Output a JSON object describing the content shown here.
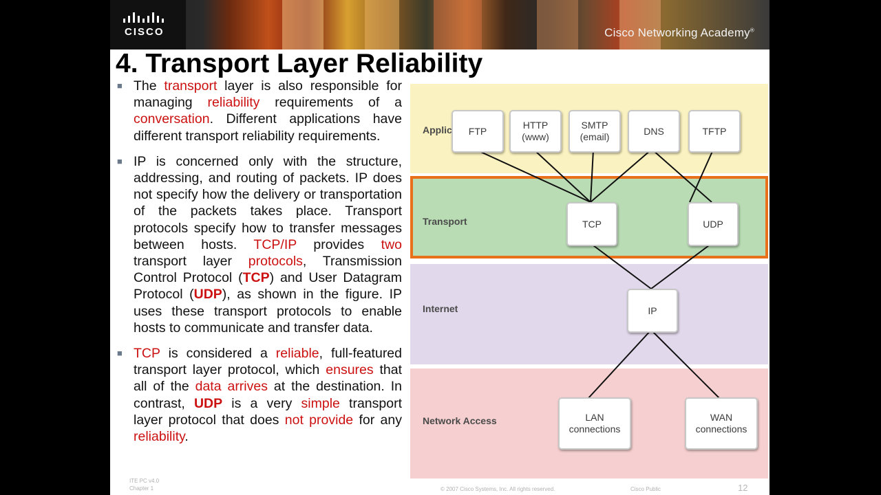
{
  "header": {
    "logo_text": "CISCO",
    "academy_text": "Cisco Networking Academy"
  },
  "slide": {
    "title": "4. Transport Layer Reliability",
    "bullets": [
      {
        "parts": [
          {
            "t": "The ",
            "s": ""
          },
          {
            "t": "transport",
            "s": "red"
          },
          {
            "t": " layer is also responsible for managing ",
            "s": ""
          },
          {
            "t": "reliability",
            "s": "red"
          },
          {
            "t": " requirements of a ",
            "s": ""
          },
          {
            "t": "conversation",
            "s": "red"
          },
          {
            "t": ". Different applications have different transport reliability requirements.",
            "s": ""
          }
        ]
      },
      {
        "parts": [
          {
            "t": "IP is concerned only with the structure, addressing, and routing of packets. IP does not specify how the delivery or transportation of the packets takes place. Transport protocols specify how to transfer messages between hosts. ",
            "s": ""
          },
          {
            "t": "TCP/IP",
            "s": "red"
          },
          {
            "t": " provides ",
            "s": ""
          },
          {
            "t": "two",
            "s": "red"
          },
          {
            "t": " transport layer ",
            "s": ""
          },
          {
            "t": "protocols",
            "s": "red"
          },
          {
            "t": ", Transmission Control Protocol (",
            "s": ""
          },
          {
            "t": "TCP",
            "s": "redb"
          },
          {
            "t": ") and User Datagram Protocol (",
            "s": ""
          },
          {
            "t": "UDP",
            "s": "redb"
          },
          {
            "t": "), as shown in the figure. IP uses these transport protocols to enable hosts to communicate and transfer data.",
            "s": ""
          }
        ]
      },
      {
        "parts": [
          {
            "t": "TCP",
            "s": "red"
          },
          {
            "t": " is considered a ",
            "s": ""
          },
          {
            "t": "reliable",
            "s": "red"
          },
          {
            "t": ", full-featured transport layer protocol, which ",
            "s": ""
          },
          {
            "t": "ensures",
            "s": "red"
          },
          {
            "t": " that all of the ",
            "s": ""
          },
          {
            "t": "data arrives",
            "s": "red"
          },
          {
            "t": " at the destination. In contrast, ",
            "s": ""
          },
          {
            "t": "UDP",
            "s": "redb"
          },
          {
            "t": " is a very ",
            "s": ""
          },
          {
            "t": "simple",
            "s": "red"
          },
          {
            "t": " transport layer protocol that does ",
            "s": ""
          },
          {
            "t": "not provide",
            "s": "red"
          },
          {
            "t": " for any ",
            "s": ""
          },
          {
            "t": "reliability",
            "s": "red"
          },
          {
            "t": ".",
            "s": ""
          }
        ]
      }
    ]
  },
  "diagram": {
    "layers": [
      {
        "id": "application",
        "label": "Application",
        "color": "#faf2c0"
      },
      {
        "id": "transport",
        "label": "Transport",
        "color": "#b9dcb4",
        "border": "#e8701a"
      },
      {
        "id": "internet",
        "label": "Internet",
        "color": "#e2d8ec"
      },
      {
        "id": "network-access",
        "label": "Network Access",
        "color": "#f6d0d0"
      }
    ],
    "nodes": {
      "ftp": "FTP",
      "http": "HTTP\n(www)",
      "smtp": "SMTP\n(email)",
      "dns": "DNS",
      "tftp": "TFTP",
      "tcp": "TCP",
      "udp": "UDP",
      "ip": "IP",
      "lan": "LAN\nconnections",
      "wan": "WAN\nconnections"
    }
  },
  "footer": {
    "course": "ITE PC v4.0",
    "chapter": "Chapter 1",
    "copyright": "© 2007 Cisco Systems, Inc. All rights reserved.",
    "classification": "Cisco Public",
    "page": "12"
  }
}
